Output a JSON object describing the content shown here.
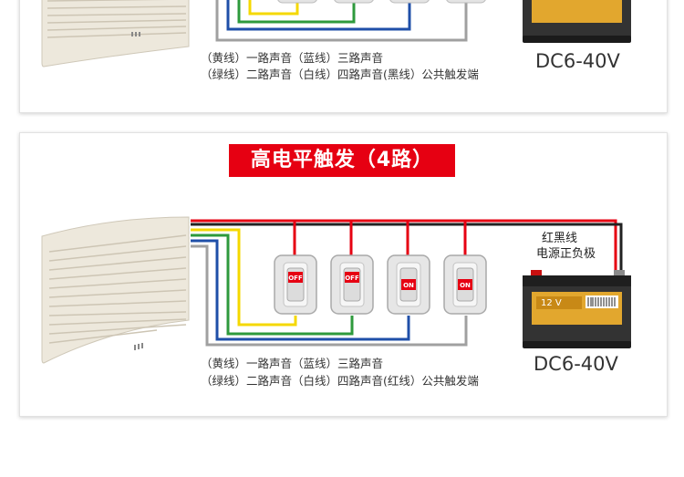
{
  "top_panel": {
    "legend_line1": "（黄线）一路声音（蓝线）三路声音",
    "legend_line2": "（绿线）二路声音（白线）四路声音(黑线）公共触发端",
    "voltage": "DC6-40V"
  },
  "bottom_panel": {
    "title": "高电平触发（4路）",
    "battery_note_line1": "红黑线",
    "battery_note_line2": "电源正负极",
    "battery_label": "12 V",
    "switches": [
      {
        "state": "OFF"
      },
      {
        "state": "OFF"
      },
      {
        "state": "ON"
      },
      {
        "state": "ON"
      }
    ],
    "legend_line1": "（黄线）一路声音（蓝线）三路声音",
    "legend_line2": "（绿线）二路声音（白线）四路声音(红线）公共触发端",
    "voltage": "DC6-40V"
  },
  "colors": {
    "red": "#e60012",
    "yellow": "#f5d800",
    "green": "#2e9a3c",
    "blue": "#1f4fa8",
    "gray": "#a0a0a0",
    "black": "#222222"
  }
}
